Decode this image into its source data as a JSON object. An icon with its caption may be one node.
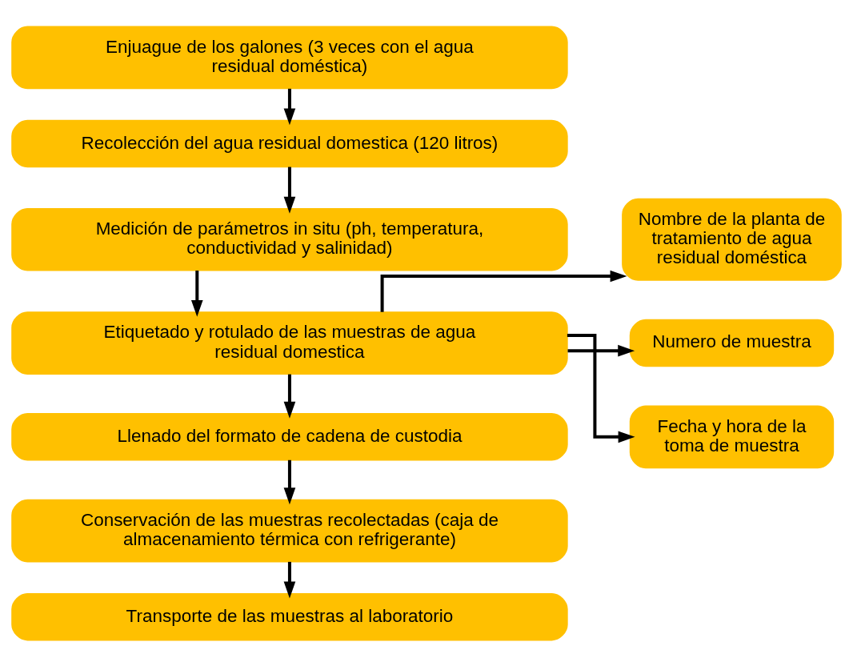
{
  "diagram": {
    "nodes": [
      {
        "text": [
          "Enjuague de los galones (3 veces con el agua residual doméstica)"
        ]
      },
      {
        "text": [
          "Recolección del agua residual domestica (120 litros)"
        ]
      },
      {
        "text": [
          "Medición de parámetros in situ (ph, temperatura, conductividad y salinidad)"
        ]
      },
      {
        "text": [
          "Etiquetado y rotulado de las muestras de agua residual domestica"
        ]
      },
      {
        "text": [
          "Llenado del formato de cadena de custodia"
        ]
      },
      {
        "text": [
          "Conservación de las muestras recolectadas (caja de almacenamiento térmica con refrigerante)"
        ]
      },
      {
        "text": [
          "Transporte de las muestras al laboratorio"
        ]
      },
      {
        "text": [
          "Nombre de la planta de tratamiento de agua residual doméstica"
        ]
      },
      {
        "text": [
          "Numero de muestra"
        ]
      },
      {
        "text": [
          "Fecha y hora de la toma de muestra"
        ]
      }
    ],
    "edges": [
      {
        "from": 0,
        "to": 1,
        "arrow": "to"
      },
      {
        "from": 1,
        "to": 2,
        "arrow": "to"
      },
      {
        "from": 2,
        "to": 3,
        "arrow": "to"
      },
      {
        "from": 3,
        "to": 4,
        "arrow": "to"
      },
      {
        "from": 4,
        "to": 5,
        "arrow": "to"
      },
      {
        "from": 5,
        "to": 6,
        "arrow": "to"
      },
      {
        "from": 3,
        "to": 7,
        "arrow": "to"
      },
      {
        "from": 3,
        "to": 8,
        "arrow": "to"
      },
      {
        "from": 3,
        "to": 9,
        "arrow": "to"
      }
    ]
  }
}
